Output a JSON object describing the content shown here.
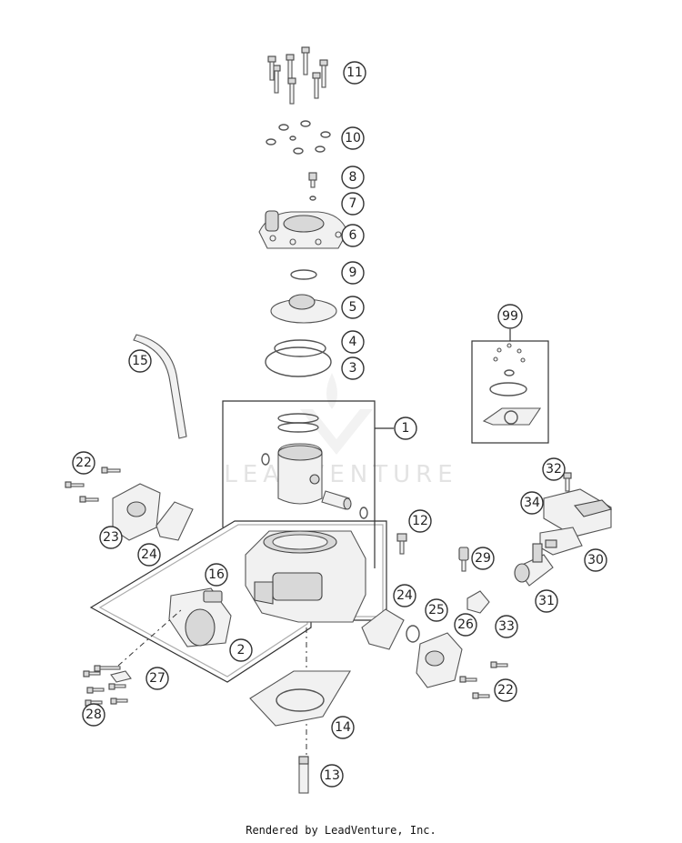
{
  "watermark": "LEADVENTURE",
  "footer": "Rendered by LeadVenture, Inc.",
  "callouts": [
    "11",
    "10",
    "8",
    "7",
    "6",
    "9",
    "5",
    "4",
    "3",
    "99",
    "15",
    "1",
    "22",
    "23",
    "24",
    "16",
    "12",
    "32",
    "34",
    "30",
    "29",
    "31",
    "2",
    "27",
    "28",
    "24",
    "25",
    "26",
    "33",
    "22",
    "14",
    "13"
  ]
}
